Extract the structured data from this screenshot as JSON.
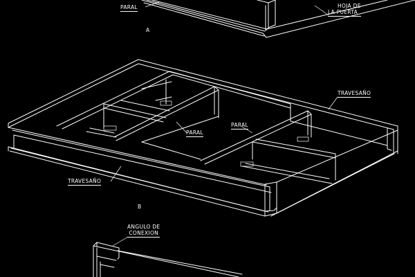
{
  "labels": {
    "paral_top": "PARAL",
    "hoja_line1": "HOJA DE",
    "hoja_line2": "LA PUERTA",
    "fig_a": "A",
    "travesano_right": "TRAVESAÑO",
    "paral_center": "PARAL",
    "paral_right": "PARAL",
    "travesano_left": "TRAVESAÑO",
    "fig_b": "B",
    "angulo_line1": "ANGULO DE",
    "angulo_line2": "CONEXION"
  },
  "colors": {
    "background": "#000000",
    "lines": "#ffffff"
  }
}
